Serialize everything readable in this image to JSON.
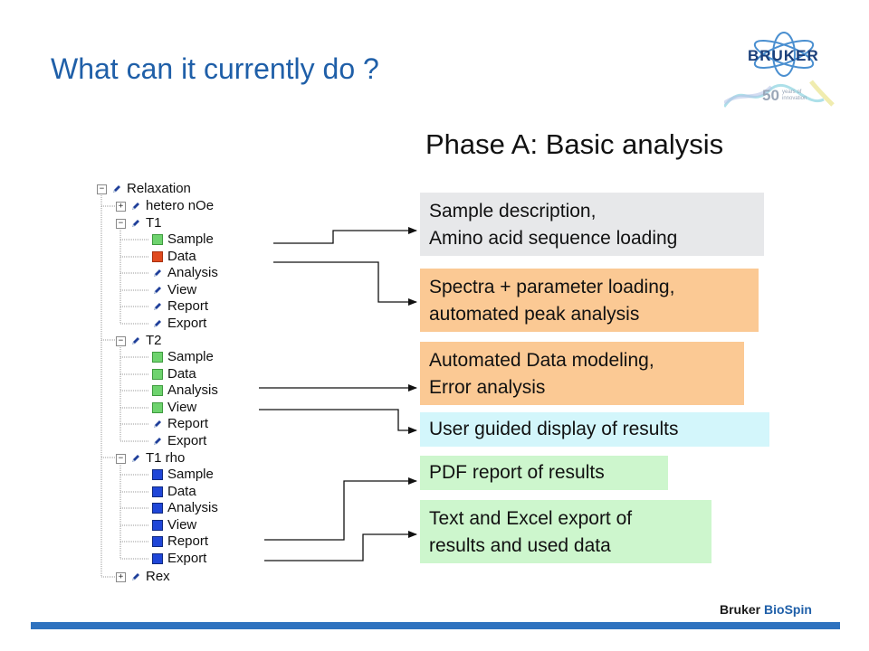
{
  "title": "What can it currently do ?",
  "logo": {
    "word": "BRUKER",
    "years_number": "50",
    "years_line1": "years of",
    "years_line2": "innovation"
  },
  "phase_title": "Phase A: Basic analysis",
  "tree": {
    "root": {
      "label": "Relaxation",
      "icon": "pencil-icon",
      "expander": "⊟"
    },
    "groups": [
      {
        "label": "hetero nOe",
        "icon": "pencil-icon",
        "expander": "⊞",
        "children": []
      },
      {
        "label": "T1",
        "icon": "pencil-icon",
        "expander": "⊟",
        "children": [
          {
            "label": "Sample",
            "icon": "green-square"
          },
          {
            "label": "Data",
            "icon": "red-square"
          },
          {
            "label": "Analysis",
            "icon": "pencil-icon"
          },
          {
            "label": "View",
            "icon": "pencil-icon"
          },
          {
            "label": "Report",
            "icon": "pencil-icon"
          },
          {
            "label": "Export",
            "icon": "pencil-icon"
          }
        ]
      },
      {
        "label": "T2",
        "icon": "pencil-icon",
        "expander": "⊟",
        "children": [
          {
            "label": "Sample",
            "icon": "green-square"
          },
          {
            "label": "Data",
            "icon": "green-square"
          },
          {
            "label": "Analysis",
            "icon": "green-square"
          },
          {
            "label": "View",
            "icon": "green-square"
          },
          {
            "label": "Report",
            "icon": "pencil-icon"
          },
          {
            "label": "Export",
            "icon": "pencil-icon"
          }
        ]
      },
      {
        "label": "T1 rho",
        "icon": "pencil-icon",
        "expander": "⊟",
        "children": [
          {
            "label": "Sample",
            "icon": "blue-square"
          },
          {
            "label": "Data",
            "icon": "blue-square"
          },
          {
            "label": "Analysis",
            "icon": "blue-square"
          },
          {
            "label": "View",
            "icon": "blue-square"
          },
          {
            "label": "Report",
            "icon": "blue-square"
          },
          {
            "label": "Export",
            "icon": "blue-square"
          }
        ]
      },
      {
        "label": "Rex",
        "icon": "pencil-icon",
        "expander": "⊞",
        "children": []
      }
    ]
  },
  "boxes": {
    "sample": {
      "line1": "Sample description,",
      "line2": "Amino acid sequence loading",
      "color": "#e7e8ea"
    },
    "spectra": {
      "line1": "Spectra + parameter loading,",
      "line2": "automated peak analysis",
      "color": "#fbc994"
    },
    "modeling": {
      "line1": "Automated Data modeling,",
      "line2": "Error analysis",
      "color": "#fbc994"
    },
    "display": {
      "line1": "User guided display of results",
      "color": "#d3f6fb"
    },
    "pdf": {
      "line1": "PDF report of results",
      "color": "#cdf6cd"
    },
    "export": {
      "line1": "Text and Excel export of",
      "line2": "results and used data",
      "color": "#cdf6cd"
    }
  },
  "footer": {
    "brand_part1": "Bruker",
    "brand_part2": "BioSpin",
    "bar_color": "#2e72bf"
  },
  "colors": {
    "title": "#1f5fa8",
    "accent": "#1f5fa8"
  }
}
